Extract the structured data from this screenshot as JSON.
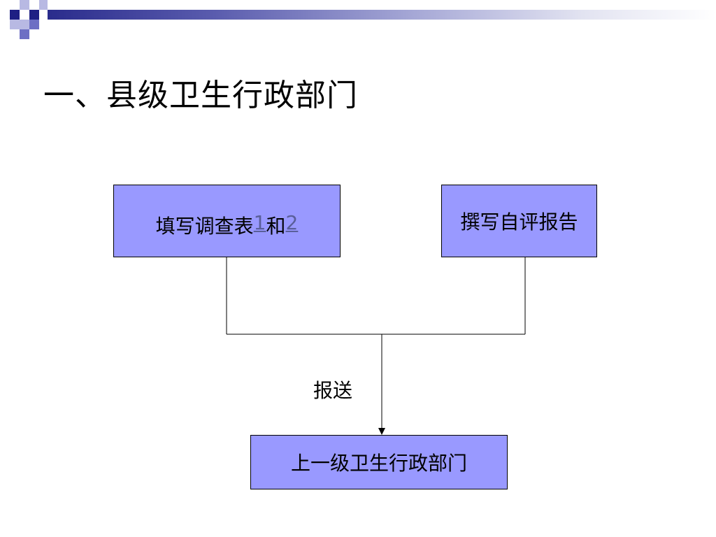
{
  "title": "一、县级卫生行政部门",
  "nodes": {
    "fill_tables": {
      "prefix": "填写调查表",
      "link1": "1",
      "middle": "和",
      "link2": "2"
    },
    "self_report": {
      "label": "撰写自评报告"
    },
    "upper_dept": {
      "label": "上一级卫生行政部门"
    }
  },
  "edge_label": "报送",
  "colors": {
    "box_fill": "#9999ff",
    "header_navy": "#1e1f84",
    "link": "#5a5f9a"
  }
}
